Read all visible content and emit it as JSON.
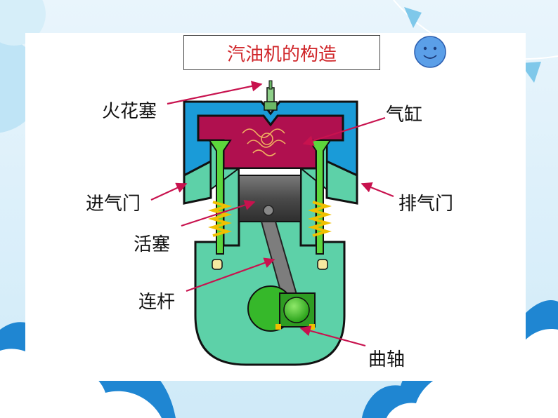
{
  "title": "汽油机的构造",
  "labels": {
    "spark_plug": "火花塞",
    "cylinder": "气缸",
    "intake_valve": "进气门",
    "exhaust_valve": "排气门",
    "piston": "活塞",
    "connecting_rod": "连杆",
    "crankshaft": "曲轴"
  },
  "colors": {
    "title_text": "#d0262a",
    "arrow": "#c8124e",
    "engine_body": "#5dd1a8",
    "cylinder_head": "#1a9bd8",
    "combustion_chamber": "#b0104f",
    "piston": "#555555",
    "valve": "#5cd63c",
    "crank": "#36b82a"
  }
}
